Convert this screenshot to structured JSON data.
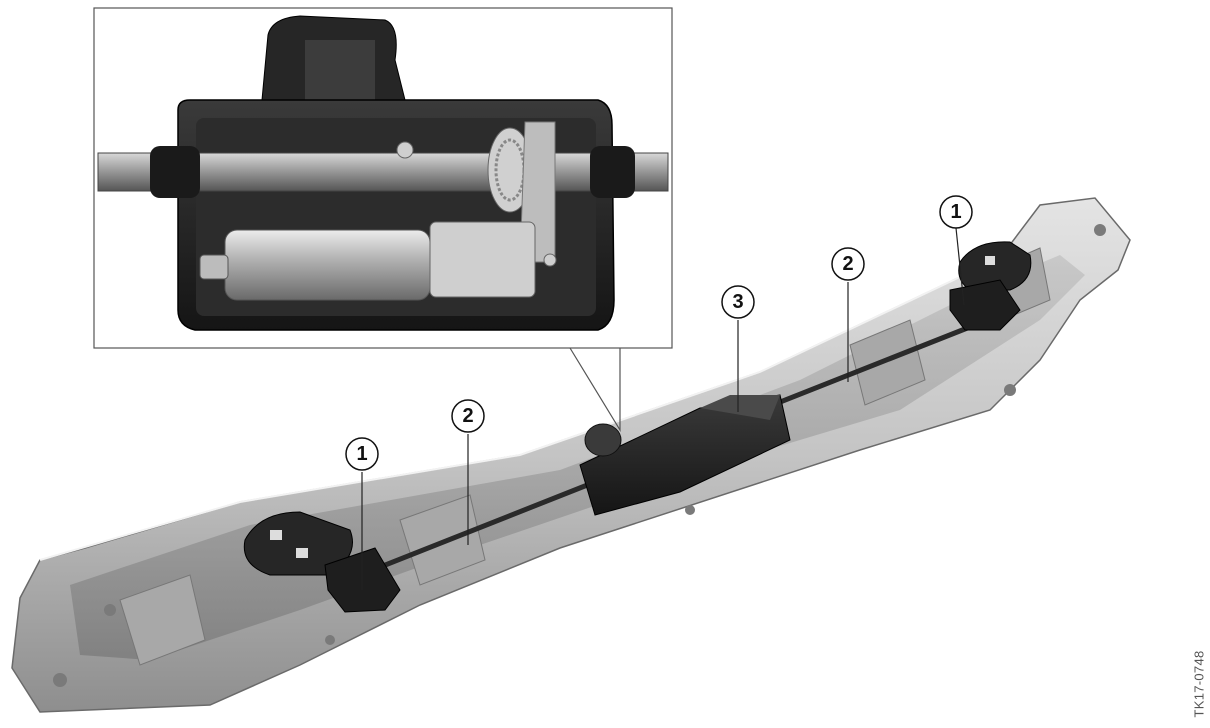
{
  "callouts": [
    {
      "id": "c1_right",
      "number": "1"
    },
    {
      "id": "c2_right",
      "number": "2"
    },
    {
      "id": "c3",
      "number": "3"
    },
    {
      "id": "c2_left",
      "number": "2"
    },
    {
      "id": "c1_left",
      "number": "1"
    }
  ],
  "document_id": "TK17-0748"
}
